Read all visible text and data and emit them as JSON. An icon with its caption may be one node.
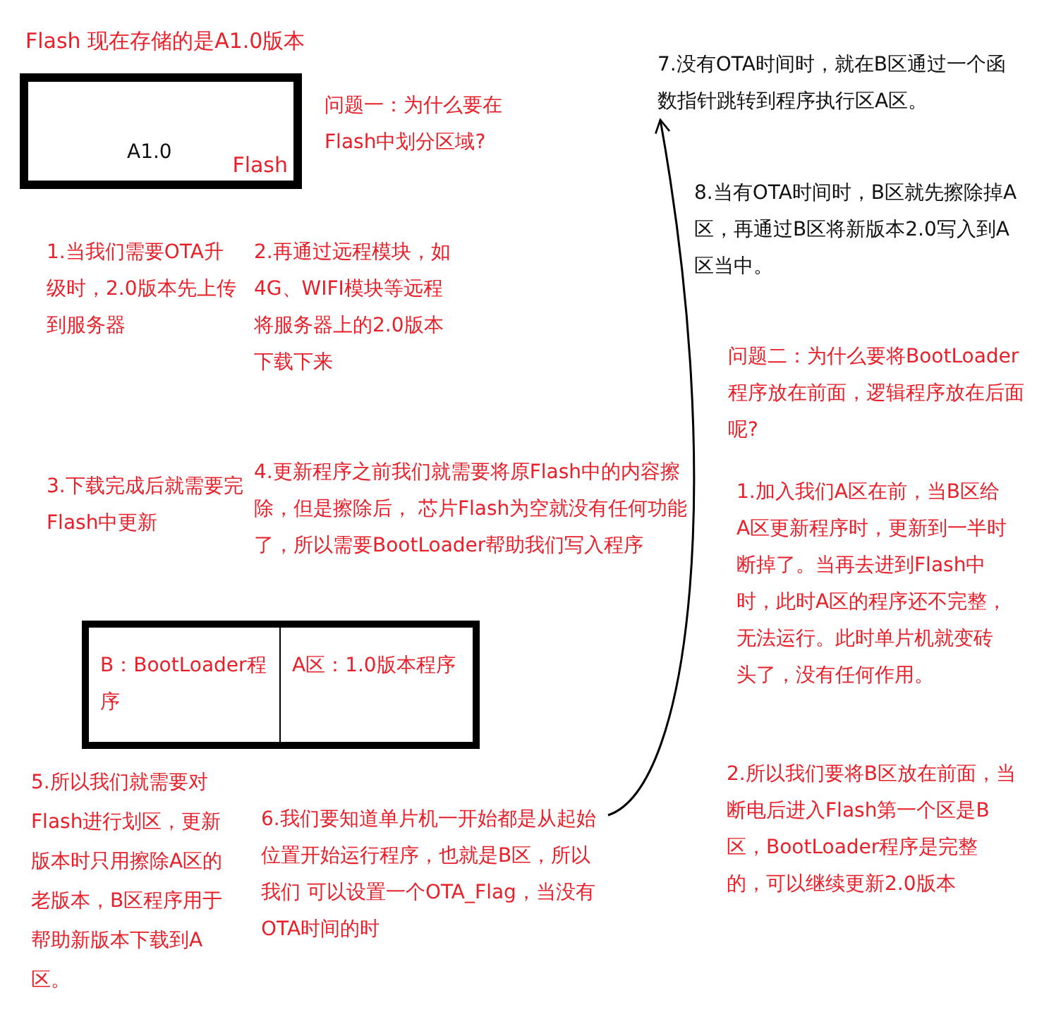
{
  "diagram": {
    "title": "Flash 现在存储的是A1.0版本",
    "nodes": [
      {
        "text": [
          "A1.0",
          "Flash"
        ]
      },
      {
        "text": [
          "7.没有OTA时间时，就在B区通过一个函数指针跳转到程序执行区A区。"
        ]
      },
      {
        "text": [],
        "shape": "box"
      },
      {
        "text": [
          "B：BootLoader程序"
        ],
        "in": 2
      },
      {
        "text": [
          "A区：1.0版本程序"
        ],
        "in": 2
      },
      {
        "text": [
          "6.我们要知道单片机一开始都是从起始位置开始运行程序，也就是B区，所以我们 可以设置一个OTA_Flag，当没有OTA时间的时"
        ]
      }
    ],
    "edges": [
      {
        "from": 5,
        "to": 1,
        "arrow": "to"
      }
    ],
    "labels": [
      "问题一：为什么要在Flash中划分区域?",
      "1.当我们需要OTA升级时，2.0版本先上传到服务器",
      "2.再通过远程模块，如4G、WIFI模块等远程将服务器上的2.0版本下载下来",
      "8.当有OTA时间时，B区就先擦除掉A区，再通过B区将新版本2.0写入到A区当中。",
      "问题二：为什么要将BootLoader程序放在前面，逻辑程序放在后面呢?",
      "3.下载完成后就需要完Flash中更新",
      "4.更新程序之前我们就需要将原Flash中的内容擦除，但是擦除后， 芯片Flash为空就没有任何功能了，所以需要BootLoader帮助我们写入程序",
      "1.加入我们A区在前，当B区给A区更新程序时，更新到一半时断掉了。当再去进到Flash中时，此时A区的程序还不完整，无法运行。此时单片机就变砖头了，没有任何作用。",
      "5.所以我们就需要对Flash进行划区，更新版本时只用擦除A区的老版本，B区程序用于帮助新版本下载到A区。",
      "2.所以我们要将B区放在前面，当断电后进入Flash第一个区是B区，BootLoader程序是完整的，可以继续更新2.0版本"
    ]
  }
}
